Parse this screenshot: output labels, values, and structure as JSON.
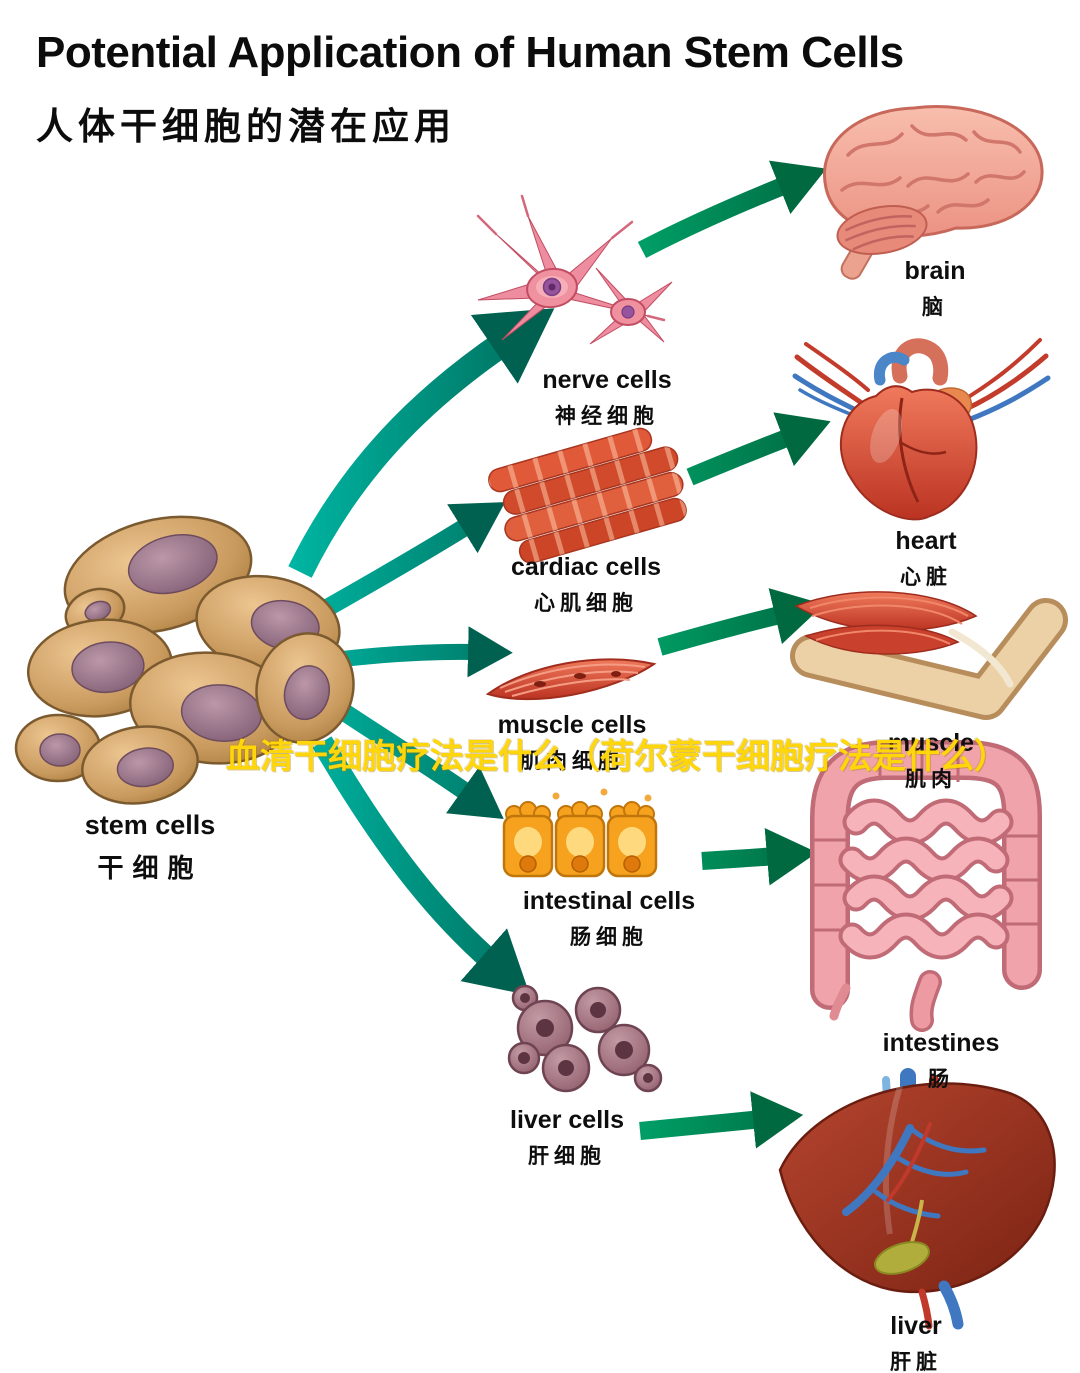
{
  "title": "Potential Application of Human Stem Cells",
  "subtitle": "人体干细胞的潜在应用",
  "watermark": "血清干细胞疗法是什么（荷尔蒙干细胞疗法是什么）",
  "stem": {
    "en": "stem cells",
    "zh": "干细胞"
  },
  "cells": [
    {
      "id": "nerve-cells",
      "en": "nerve cells",
      "zh": "神经细胞"
    },
    {
      "id": "cardiac-cells",
      "en": "cardiac cells",
      "zh": "心肌细胞"
    },
    {
      "id": "muscle-cells",
      "en": "muscle cells",
      "zh": "肌肉细胞"
    },
    {
      "id": "intestinal-cells",
      "en": "intestinal cells",
      "zh": "肠细胞"
    },
    {
      "id": "liver-cells",
      "en": "liver cells",
      "zh": "肝细胞"
    }
  ],
  "organs": [
    {
      "id": "brain",
      "en": "brain",
      "zh": "脑"
    },
    {
      "id": "heart",
      "en": "heart",
      "zh": "心脏"
    },
    {
      "id": "muscle",
      "en": "muscle",
      "zh": "肌肉"
    },
    {
      "id": "intestines",
      "en": "intestines",
      "zh": "肠"
    },
    {
      "id": "liver",
      "en": "liver",
      "zh": "肝脏"
    }
  ],
  "colors": {
    "arrow_teal_start": "#00b5a3",
    "arrow_teal_end": "#006a58",
    "arrow_green_start": "#00a268",
    "arrow_green_end": "#006a42",
    "watermark_yellow": "#ffd60a",
    "text_black": "#0c0c0c",
    "background": "#ffffff"
  }
}
